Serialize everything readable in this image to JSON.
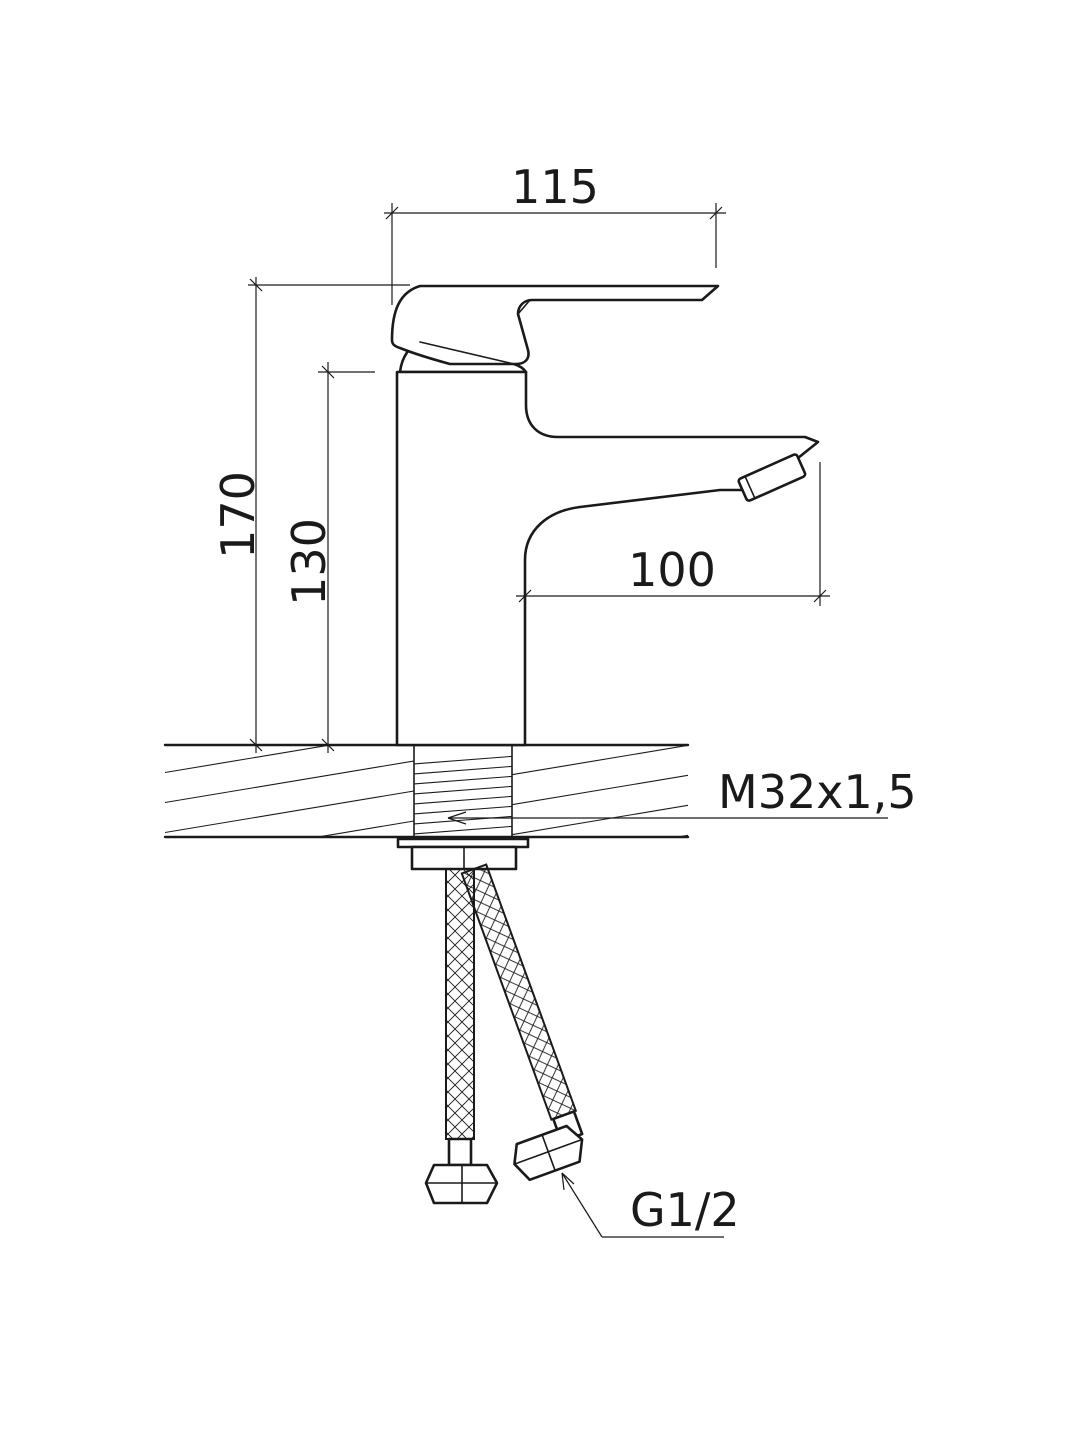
{
  "colors": {
    "ink": "#1a1a1a",
    "paper": "#ffffff"
  },
  "dimensions": {
    "width_top": "115",
    "height_total": "170",
    "height_spout": "130",
    "spout_reach": "100"
  },
  "callouts": {
    "mount_thread": "M32x1,5",
    "hose_thread": "G1/2"
  }
}
